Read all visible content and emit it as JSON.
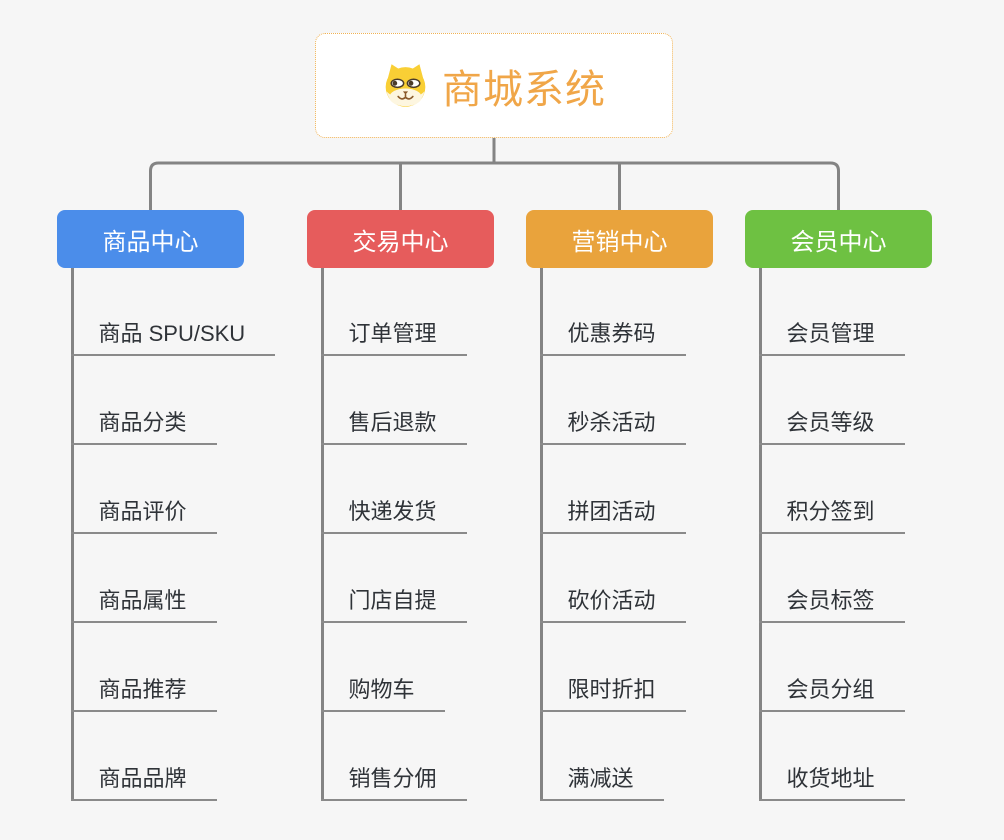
{
  "root": {
    "title": "商城系统",
    "icon": "dog-face-icon"
  },
  "branches": [
    {
      "label": "商品中心",
      "color": "#4b8dea",
      "children": [
        "商品 SPU/SKU",
        "商品分类",
        "商品评价",
        "商品属性",
        "商品推荐",
        "商品品牌"
      ]
    },
    {
      "label": "交易中心",
      "color": "#e65c5c",
      "children": [
        "订单管理",
        "售后退款",
        "快递发货",
        "门店自提",
        "购物车",
        "销售分佣"
      ]
    },
    {
      "label": "营销中心",
      "color": "#e9a33c",
      "children": [
        "优惠券码",
        "秒杀活动",
        "拼团活动",
        "砍价活动",
        "限时折扣",
        "满减送"
      ]
    },
    {
      "label": "会员中心",
      "color": "#6ec142",
      "children": [
        "会员管理",
        "会员等级",
        "积分签到",
        "会员标签",
        "会员分组",
        "收货地址"
      ]
    }
  ],
  "colors": {
    "background": "#f6f6f6",
    "root_accent": "#f0a648",
    "root_border": "#f0b254",
    "connector": "#848484",
    "leaf_text": "#2f3338",
    "leaf_underline": "#8a8a8a"
  }
}
